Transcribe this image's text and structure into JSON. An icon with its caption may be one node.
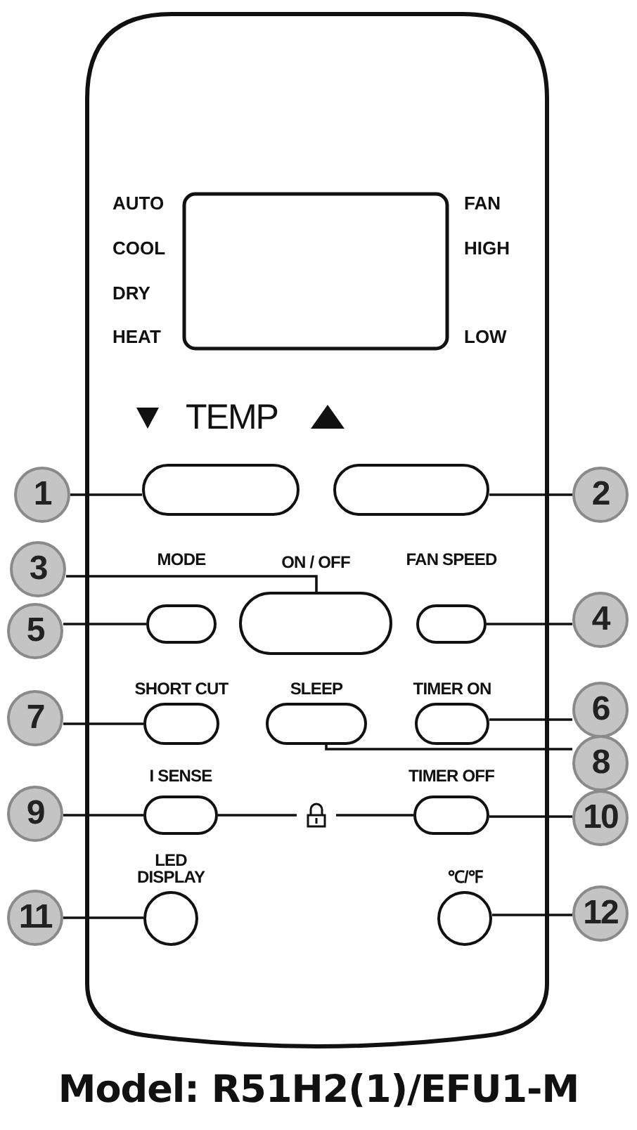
{
  "diagram": {
    "caption": "Model: R51H2(1)/EFU1-M",
    "nodes": [
      {
        "text": [
          "1"
        ]
      },
      {
        "text": [],
        "shape": "box"
      },
      {
        "text": [
          "2"
        ]
      },
      {
        "text": [],
        "shape": "box"
      },
      {
        "text": [
          "3"
        ]
      },
      {
        "text": [
          "ON / OFF"
        ]
      },
      {
        "text": [
          "MODE"
        ]
      },
      {
        "text": [
          "5"
        ]
      },
      {
        "text": [
          "FAN SPEED"
        ]
      },
      {
        "text": [
          "4"
        ]
      },
      {
        "text": [
          "SHORT CUT"
        ]
      },
      {
        "text": [
          "7"
        ]
      },
      {
        "text": [
          "SLEEP"
        ]
      },
      {
        "text": [
          "TIMER ON"
        ]
      },
      {
        "text": [
          "6"
        ]
      },
      {
        "text": [
          "8"
        ]
      },
      {
        "text": [
          "I SENSE"
        ]
      },
      {
        "text": [
          "9"
        ]
      },
      {
        "text": [
          "TIMER OFF"
        ]
      },
      {
        "text": [
          "10"
        ]
      },
      {
        "text": [
          "LED DISPLAY"
        ]
      },
      {
        "text": [
          "11"
        ]
      },
      {
        "text": [
          "℃/℉"
        ]
      },
      {
        "text": [
          "12"
        ]
      }
    ],
    "edges": [
      {
        "from": 0,
        "to": 1,
        "arrow": "none"
      },
      {
        "from": 2,
        "to": 3,
        "arrow": "none"
      },
      {
        "from": 4,
        "to": 5,
        "arrow": "none"
      },
      {
        "from": 7,
        "to": 6,
        "arrow": "none"
      },
      {
        "from": 9,
        "to": 8,
        "arrow": "none"
      },
      {
        "from": 11,
        "to": 10,
        "arrow": "none"
      },
      {
        "from": 14,
        "to": 13,
        "arrow": "none"
      },
      {
        "from": 15,
        "to": 12,
        "arrow": "none"
      },
      {
        "from": 17,
        "to": 16,
        "arrow": "none"
      },
      {
        "from": 19,
        "to": 18,
        "arrow": "none"
      },
      {
        "from": 16,
        "to": 18,
        "arrow": "none"
      },
      {
        "from": 21,
        "to": 20,
        "arrow": "none"
      },
      {
        "from": 23,
        "to": 22,
        "arrow": "none"
      }
    ],
    "labels": [
      "AUTO",
      "COOL",
      "DRY",
      "HEAT",
      "FAN",
      "HIGH",
      "LOW",
      "TEMP"
    ]
  }
}
